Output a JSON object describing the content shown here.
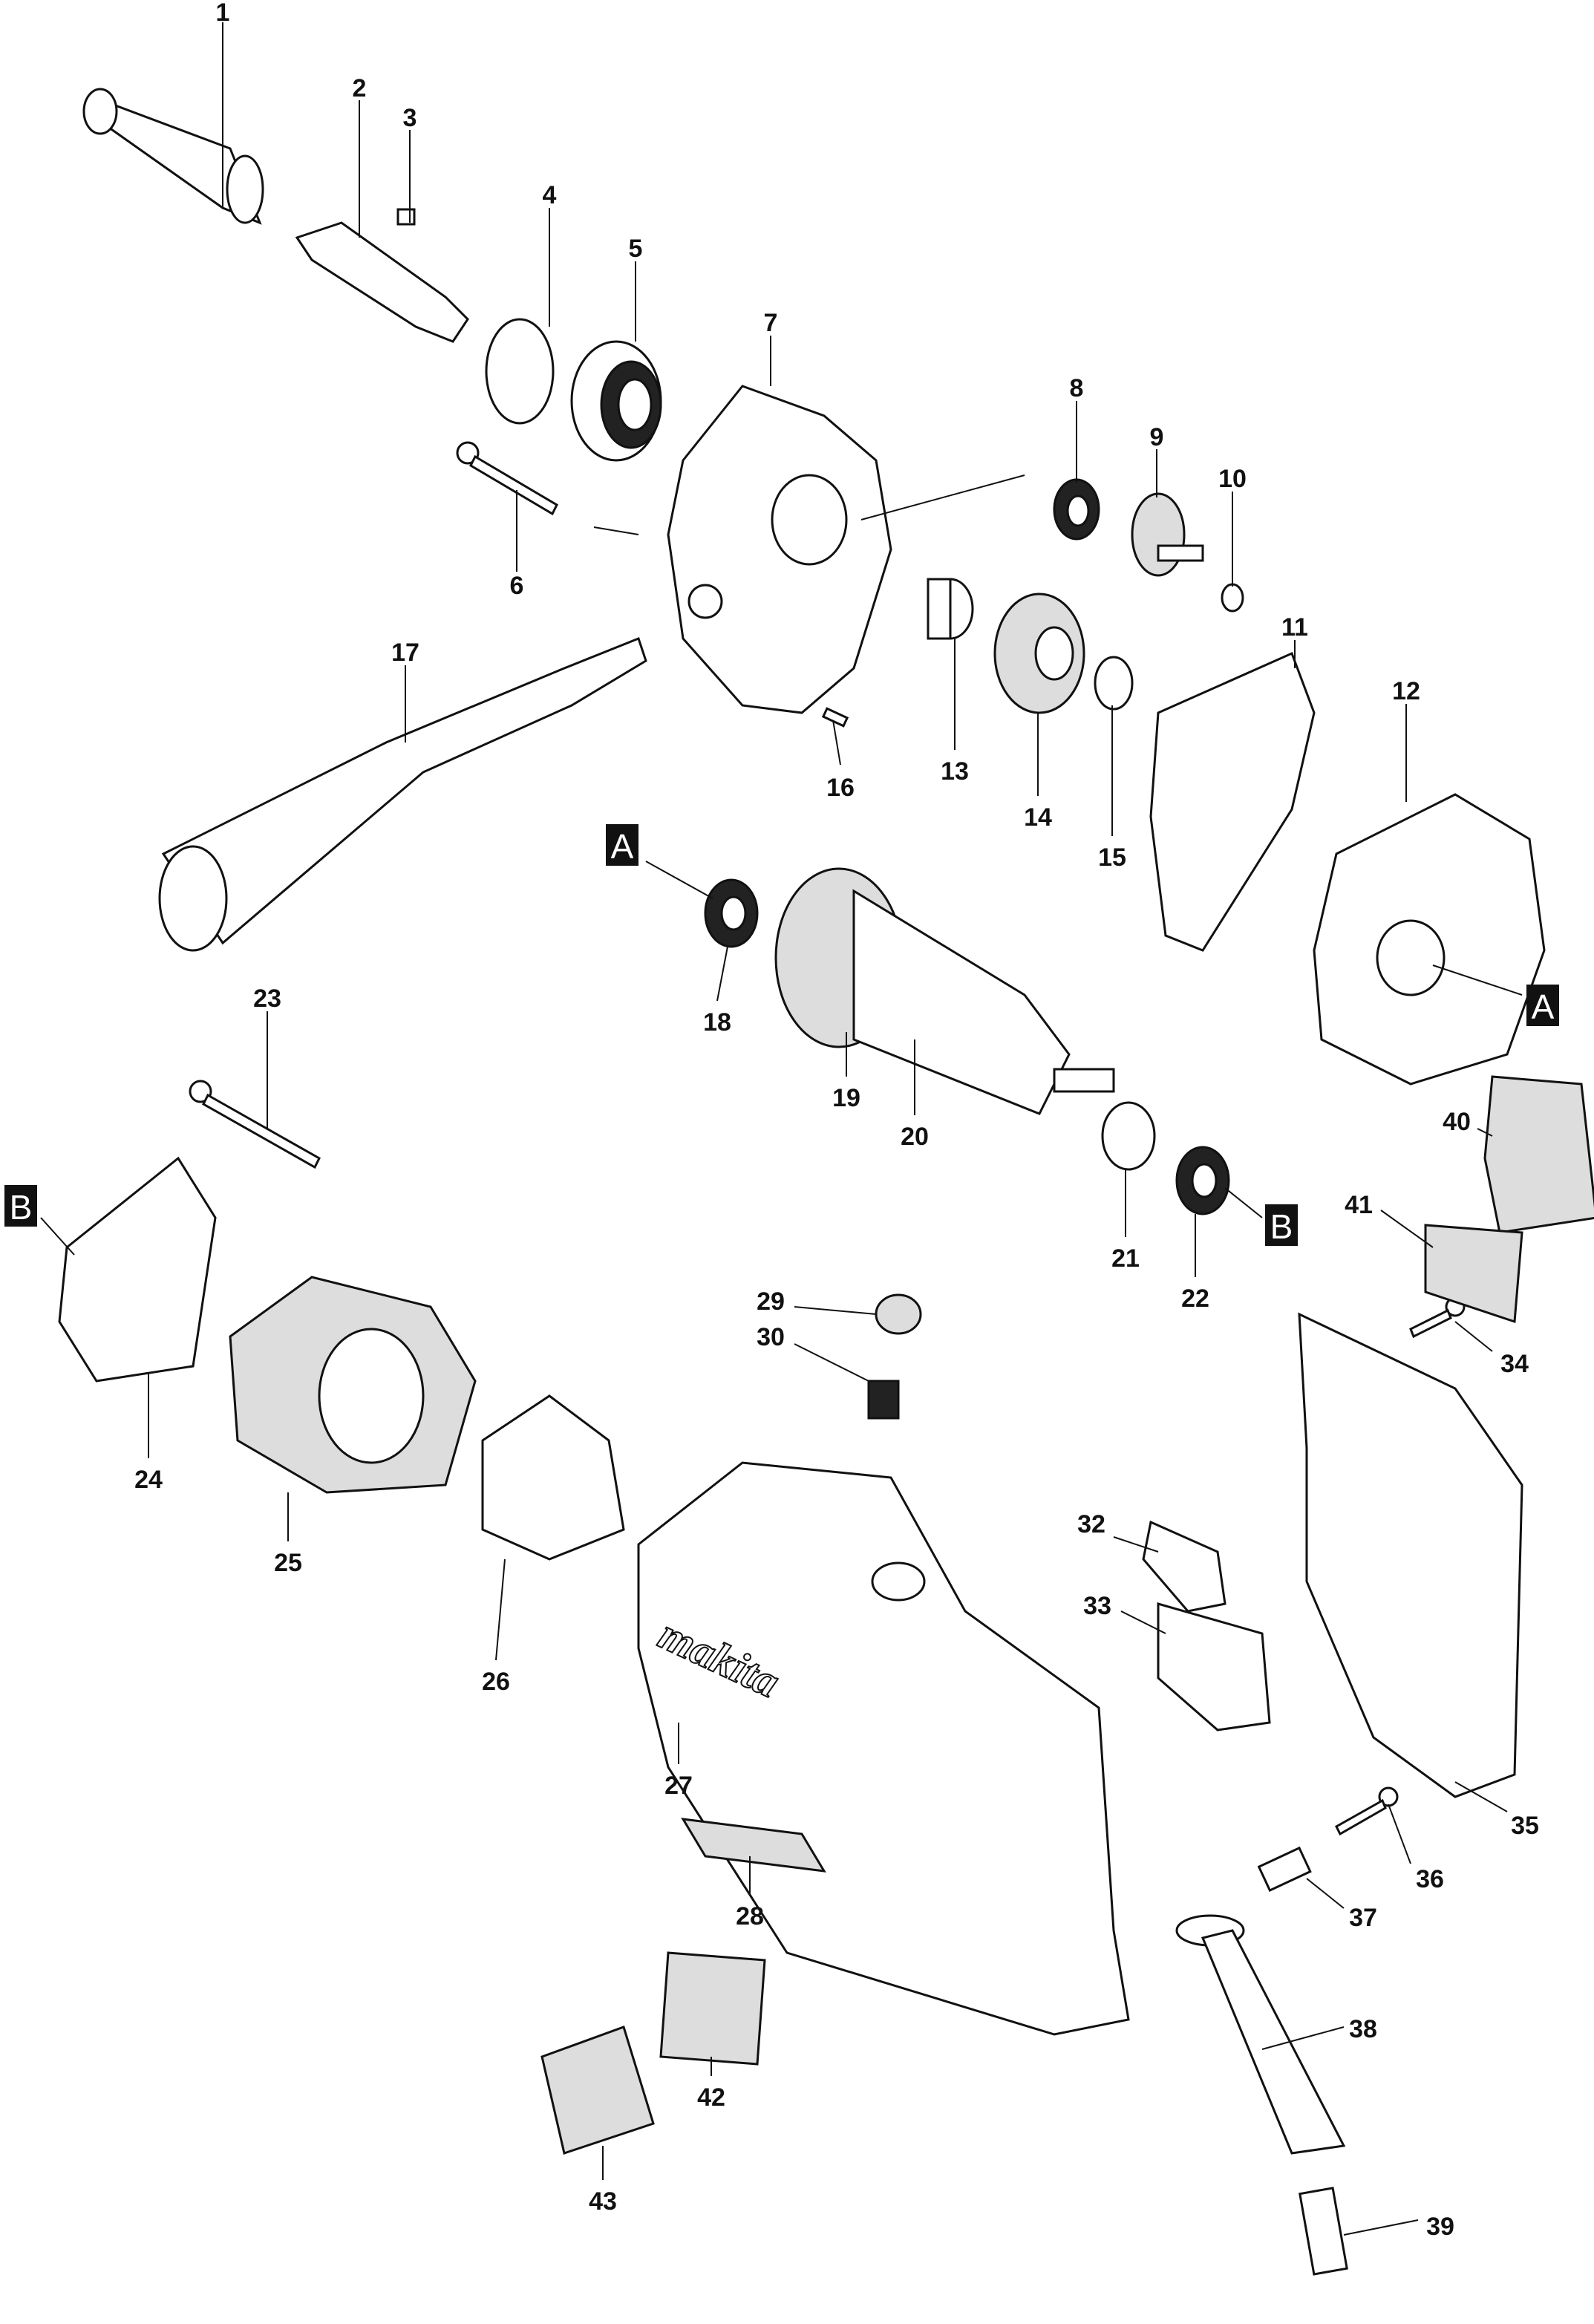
{
  "title": "Exploded parts diagram",
  "labels": [
    "1",
    "2",
    "3",
    "4",
    "5",
    "6",
    "7",
    "8",
    "9",
    "10",
    "11",
    "12",
    "13",
    "14",
    "15",
    "16",
    "17",
    "18",
    "19",
    "20",
    "21",
    "22",
    "23",
    "24",
    "25",
    "26",
    "27",
    "28",
    "29",
    "30",
    "32",
    "33",
    "34",
    "35",
    "36",
    "37",
    "38",
    "39",
    "40",
    "41",
    "42",
    "43"
  ],
  "connectors": {
    "a": "A",
    "b": "B"
  },
  "logo_text": "makita"
}
